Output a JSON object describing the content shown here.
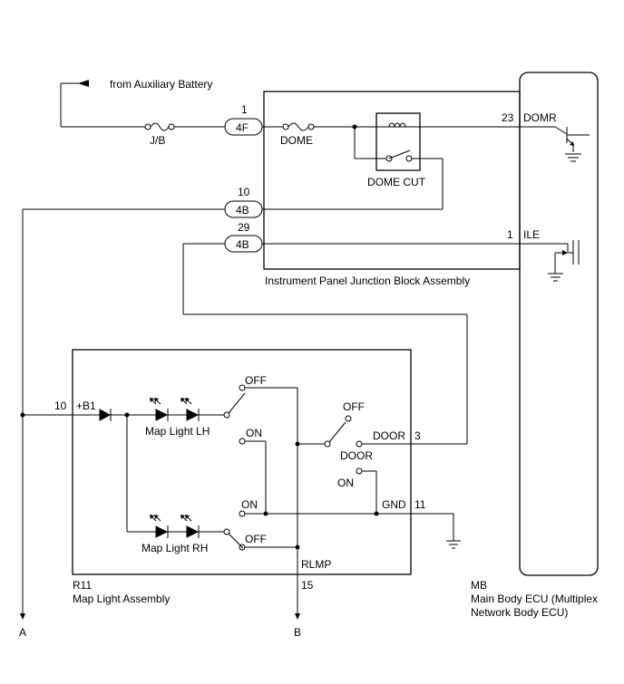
{
  "labels": {
    "from_aux": "from Auxiliary Battery",
    "jb": "J/B",
    "dome": "DOME",
    "dome_cut": "DOME CUT",
    "ipjb": "Instrument Panel Junction Block Assembly",
    "conn_1_pin": "1",
    "conn_1": "4F",
    "conn_10_pin": "10",
    "conn_10": "4B",
    "conn_29_pin": "29",
    "conn_29": "4B",
    "pin_23": "23",
    "domr": "DOMR",
    "pin_1": "1",
    "ile": "ILE",
    "pin_10": "10",
    "b1": "+B1",
    "map_lh": "Map Light LH",
    "map_rh": "Map Light RH",
    "off_top": "OFF",
    "on_lh": "ON",
    "on_rh": "ON",
    "off_rh": "OFF",
    "off_door": "OFF",
    "door_sw": "DOOR",
    "on_door": "ON",
    "door_pin": "DOOR",
    "pin_3": "3",
    "gnd": "GND",
    "pin_11": "11",
    "rlmp": "RLMP",
    "pin_15": "15",
    "r11": "R11",
    "map_light_assy": "Map Light Assembly",
    "mb": "MB",
    "ecu_line1": "Main Body ECU (Multiplex",
    "ecu_line2": "Network Body ECU)",
    "tag_a": "A",
    "tag_b": "B"
  }
}
